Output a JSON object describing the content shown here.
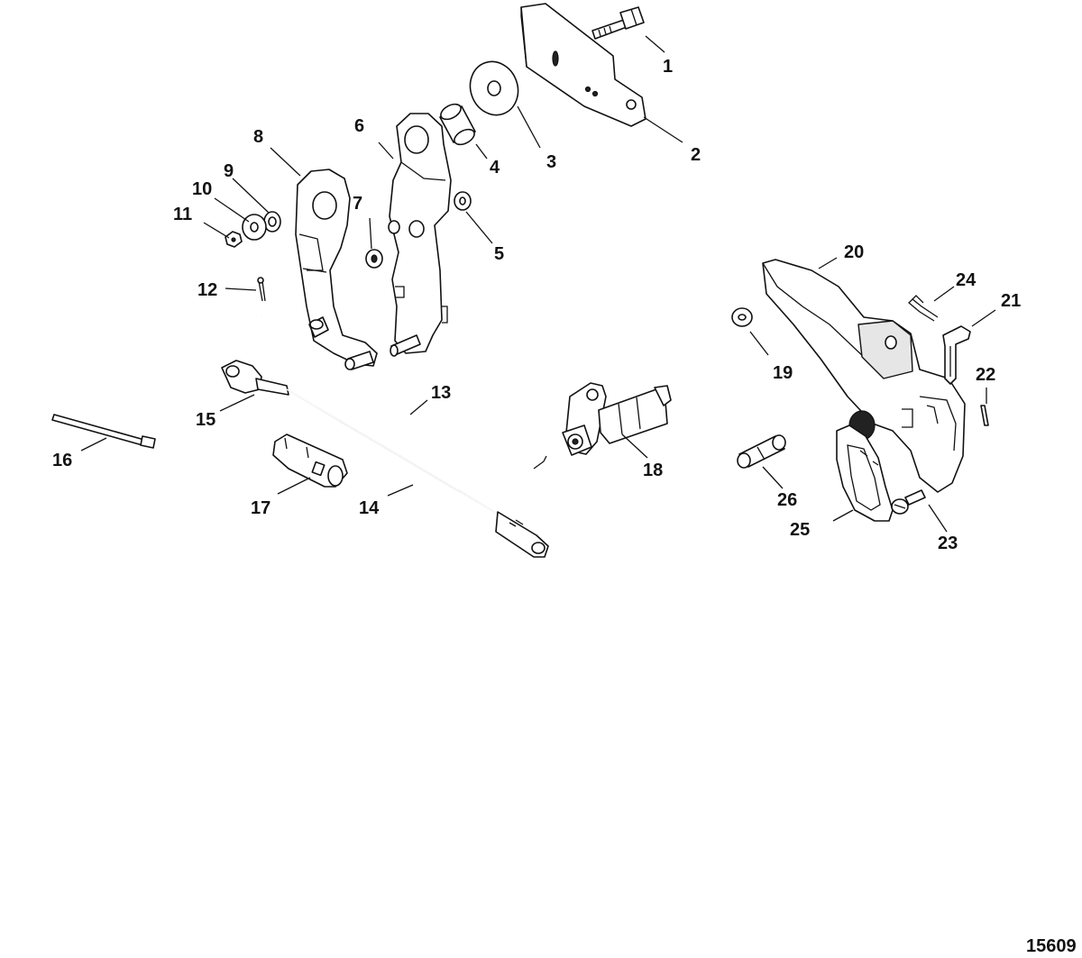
{
  "figure_id": "15609",
  "callouts": [
    "1",
    "2",
    "3",
    "4",
    "5",
    "6",
    "7",
    "8",
    "9",
    "10",
    "11",
    "12",
    "13",
    "14",
    "15",
    "16",
    "17",
    "18",
    "19",
    "20",
    "21",
    "22",
    "23",
    "24",
    "25",
    "26"
  ]
}
